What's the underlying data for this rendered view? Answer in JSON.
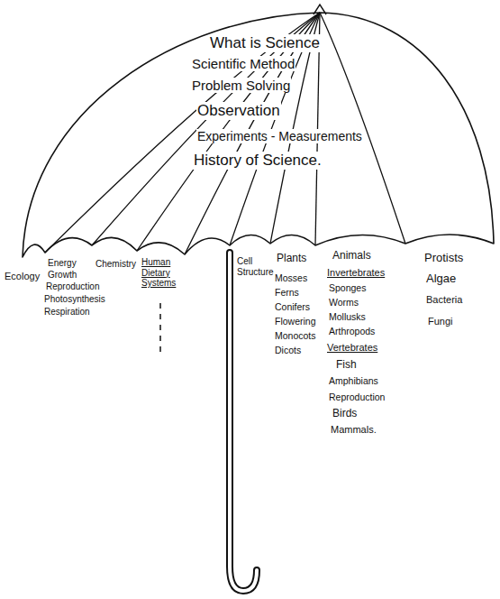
{
  "diagram": {
    "nodes": [
      {
        "text": [
          "What is Science",
          "Scientific Method",
          "Problem Solving",
          "Observation",
          "Experiments - Measurements",
          "History of Science."
        ]
      }
    ],
    "labels": [
      "Ecology",
      "Energy",
      "Growth",
      "Reproduction",
      "Photosynthesis",
      "Respiration",
      "Chemistry",
      "Human Dietary Systems",
      "Cell Structure",
      "Plants",
      "Mosses",
      "Ferns",
      "Conifers",
      "Flowering",
      "Monocots",
      "Dicots",
      "Animals",
      "Invertebrates",
      "Sponges",
      "Worms",
      "Mollusks",
      "Arthropods",
      "Vertebrates",
      "Fish",
      "Amphibians",
      "Reproduction",
      "Birds",
      "Mammals.",
      "Protists",
      "Algae",
      "Bacteria",
      "Fungi"
    ]
  }
}
